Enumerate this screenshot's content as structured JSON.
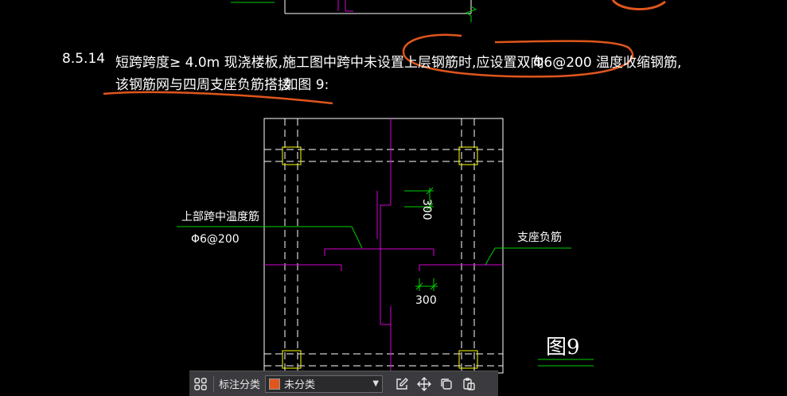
{
  "drawing": {
    "clause_number": "8.5.14",
    "line1_text": "短跨跨度≥  4.0m 现浇楼板,施工图中跨中未设置上层钢筋时,应设置双向",
    "line1_spec": "Φ6@200  温度收缩钢筋,",
    "line2_text": "该钢筋网与四周支座负筋搭接",
    "line2_ref": ",如图 9:",
    "label_top_temp": "上部跨中温度筋",
    "label_top_temp_spec": "Φ6@200",
    "label_support": "支座负筋",
    "dim_vertical": "300",
    "dim_horizontal": "300",
    "figure_label": "图9"
  },
  "colors": {
    "background": "#000000",
    "grid": "#ffffff",
    "rebar": "#d400d4",
    "leader": "#00d000",
    "markup": "#e0561c",
    "column": "#ffff00"
  },
  "toolbar": {
    "category_label": "标注分类",
    "category_value": "未分类",
    "category_color": "#e0561c",
    "icons": [
      "grid-app-icon",
      "edit-icon",
      "move-icon",
      "copy-icon",
      "paste-icon"
    ]
  }
}
